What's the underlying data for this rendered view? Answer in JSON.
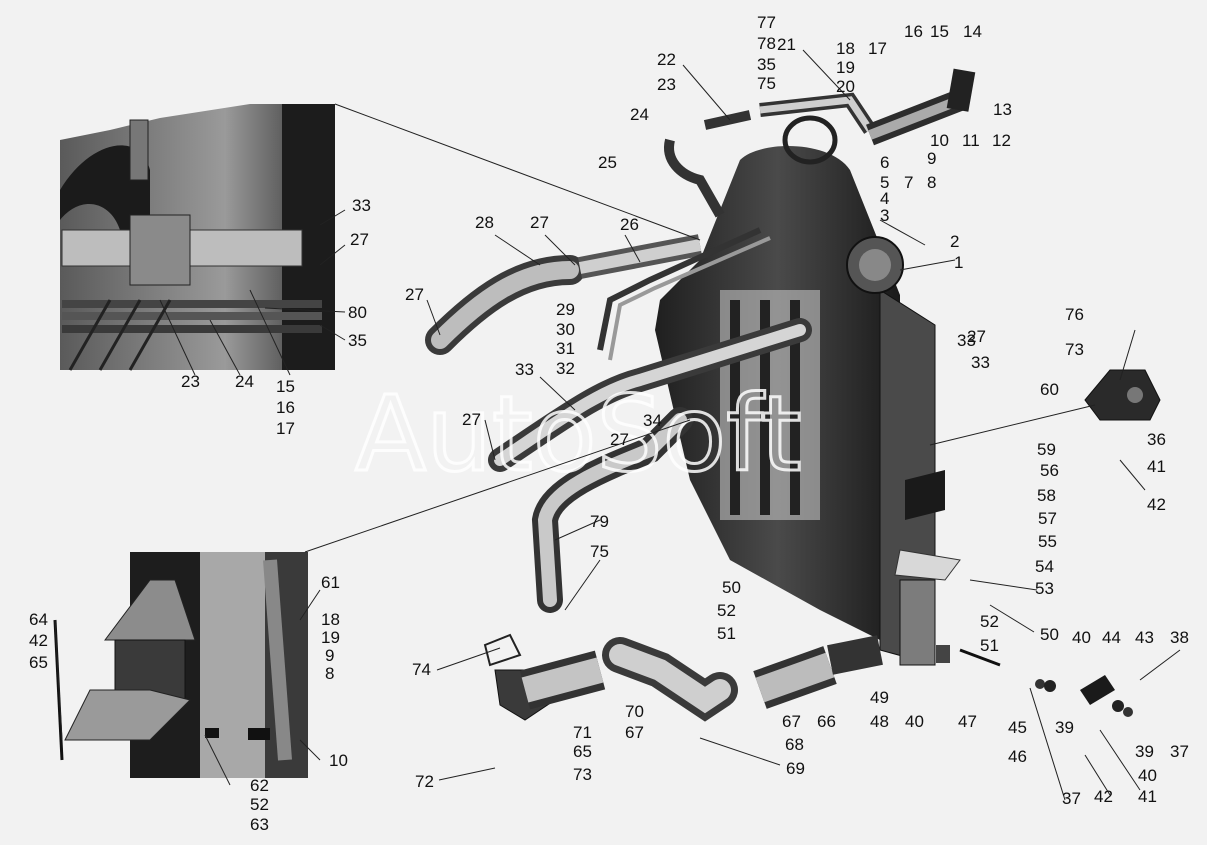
{
  "watermark": "AutoSoft",
  "colors": {
    "background": "#f2f2f2",
    "part_dark": "#2b2b2b",
    "part_mid": "#6e6e6e",
    "part_light": "#b5b5b5",
    "ink": "#111111"
  },
  "labels": {
    "l1": "1",
    "l2": "2",
    "l3": "3",
    "l4": "4",
    "l5": "5",
    "l6": "6",
    "l7": "7",
    "l8": "8",
    "l9": "9",
    "l10": "10",
    "l11": "11",
    "l12": "12",
    "l13": "13",
    "l14": "14",
    "l15": "15",
    "l16": "16",
    "l17": "17",
    "l18": "18",
    "l19": "19",
    "l20": "20",
    "l21": "21",
    "l22": "22",
    "l23": "23",
    "l24": "24",
    "l25": "25",
    "l26": "26",
    "l27": "27",
    "l28": "28",
    "l29": "29",
    "l30": "30",
    "l31": "31",
    "l32": "32",
    "l33": "33",
    "l34": "34",
    "l35": "35",
    "l36": "36",
    "l37": "37",
    "l38": "38",
    "l39": "39",
    "l40": "40",
    "l41": "41",
    "l42": "42",
    "l43": "43",
    "l44": "44",
    "l45": "45",
    "l46": "46",
    "l47": "47",
    "l48": "48",
    "l49": "49",
    "l50": "50",
    "l51": "51",
    "l52": "52",
    "l53": "53",
    "l54": "54",
    "l55": "55",
    "l56": "56",
    "l57": "57",
    "l58": "58",
    "l59": "59",
    "l60": "60",
    "l61": "61",
    "l62": "62",
    "l63": "63",
    "l64": "64",
    "l65": "65",
    "l66": "66",
    "l67": "67",
    "l68": "68",
    "l69": "69",
    "l70": "70",
    "l71": "71",
    "l72": "72",
    "l73": "73",
    "l74": "74",
    "l75": "75",
    "l76": "76",
    "l77": "77",
    "l78": "78",
    "l79": "79",
    "l80": "80"
  }
}
